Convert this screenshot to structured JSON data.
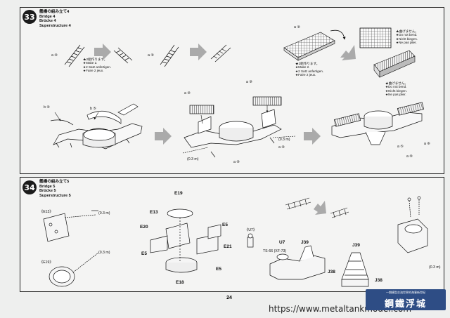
{
  "page_number": "24",
  "watermark_url": "https://www.metaltankmodel.com",
  "logo": {
    "jp_text": "鋼鐵浮城",
    "sub_text": "一期模型交流世界的海事新世紀"
  },
  "step33": {
    "number": "33",
    "title_jp": "艦橋の組み立て4",
    "title_en": "Bridge 4",
    "title_de": "Brücke 4",
    "title_fr": "Superstructure 4",
    "make_note": [
      "★2組作ります。",
      "★Make 2.",
      "★2 Satz anfertigen.",
      "★Faire 2 jeux."
    ],
    "no_bend_note": [
      "★曲げません。",
      "★Do not bend.",
      "★Nicht biegen.",
      "★Ne pas plier."
    ],
    "labels": {
      "a9": "a ⑨",
      "b6": "b ⑥",
      "b5": "b ⑤",
      "a8": "a ⑧",
      "a10": "a ⑩",
      "a5": "a ⑤",
      "a6": "a ⑥",
      "dim": "(0.3 m)"
    }
  },
  "step34": {
    "number": "34",
    "title_jp": "艦橋の組み立て5",
    "title_en": "Bridge 5",
    "title_de": "Brücke 5",
    "title_fr": "Superstructure 5",
    "parts": [
      "E13",
      "E19",
      "E20",
      "E5",
      "E21",
      "E18",
      "U7",
      "J39",
      "J38"
    ],
    "detail_labels": [
      "《E13》",
      "《E19》",
      "《U7》"
    ],
    "cut_notes": [
      "(0.3 m)",
      "TS-66 (XF-73)"
    ]
  }
}
